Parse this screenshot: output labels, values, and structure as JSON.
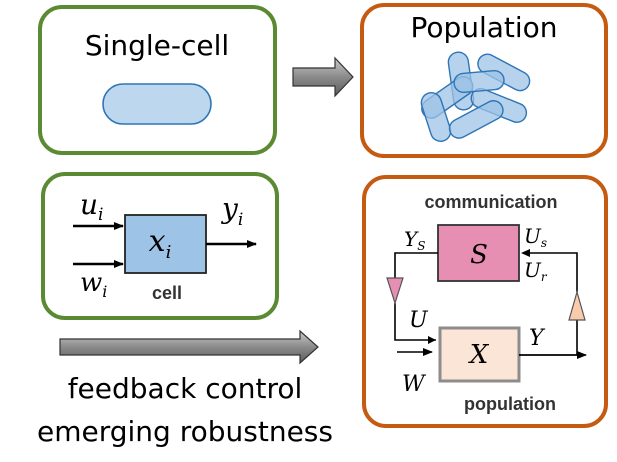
{
  "colors": {
    "single_cell_border": "#5a8a32",
    "population_border": "#c55a11",
    "cell_fill": "#bdd7ee",
    "cell_stroke": "#2e75b6",
    "x_block_fill": "#9dc3e6",
    "s_block_fill": "#e78fb3",
    "big_x_fill": "#fbe5d6",
    "big_x_border": "#8c8c8c",
    "arrow_gray": "#7f7f7f",
    "pink_triangle": "#e78fb3",
    "peach_triangle": "#f8cbad"
  },
  "panels": {
    "single_cell": {
      "title": "Single-cell"
    },
    "population": {
      "title": "Population"
    },
    "cell_block": {
      "input_top": "u",
      "input_top_sub": "i",
      "input_bottom": "w",
      "input_bottom_sub": "i",
      "state": "x",
      "state_sub": "i",
      "output": "y",
      "output_sub": "i",
      "caption": "cell"
    },
    "population_block": {
      "header": "communication",
      "s_label": "S",
      "x_label": "X",
      "ys": "Y",
      "ys_sub": "S",
      "us": "U",
      "us_sub": "s",
      "ur": "U",
      "ur_sub": "r",
      "u": "U",
      "y": "Y",
      "w": "W",
      "footer": "population"
    }
  },
  "bottom_text": {
    "line1": "feedback control",
    "line2": "emerging robustness"
  }
}
